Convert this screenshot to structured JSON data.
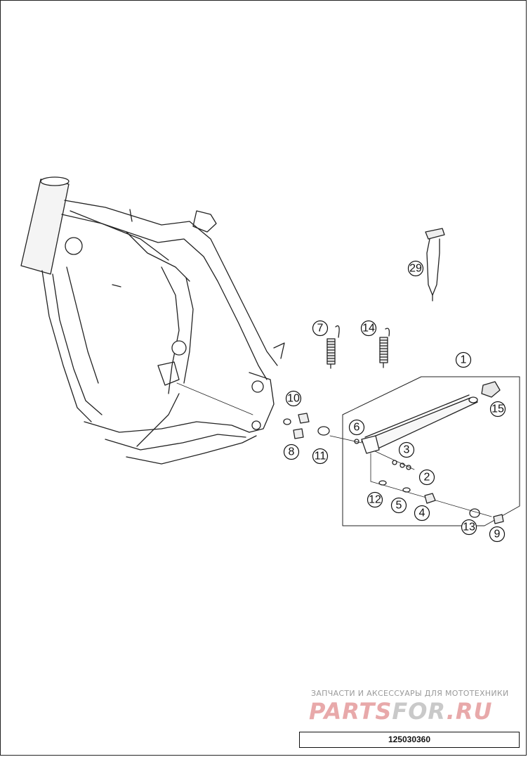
{
  "callouts": [
    {
      "label": "1"
    },
    {
      "label": "2"
    },
    {
      "label": "3"
    },
    {
      "label": "4"
    },
    {
      "label": "5"
    },
    {
      "label": "6"
    },
    {
      "label": "7"
    },
    {
      "label": "8"
    },
    {
      "label": "9"
    },
    {
      "label": "10"
    },
    {
      "label": "11"
    },
    {
      "label": "12"
    },
    {
      "label": "13"
    },
    {
      "label": "14"
    },
    {
      "label": "15"
    },
    {
      "label": "29"
    }
  ],
  "watermark": {
    "tagline": "ЗАПЧАСТИ И АКСЕССУАРЫ ДЛЯ МОТОТЕХНИКИ",
    "logo_part1": "PARTS",
    "logo_part2": "FOR",
    "logo_part3": ".RU"
  },
  "drawing_number": "125030360"
}
